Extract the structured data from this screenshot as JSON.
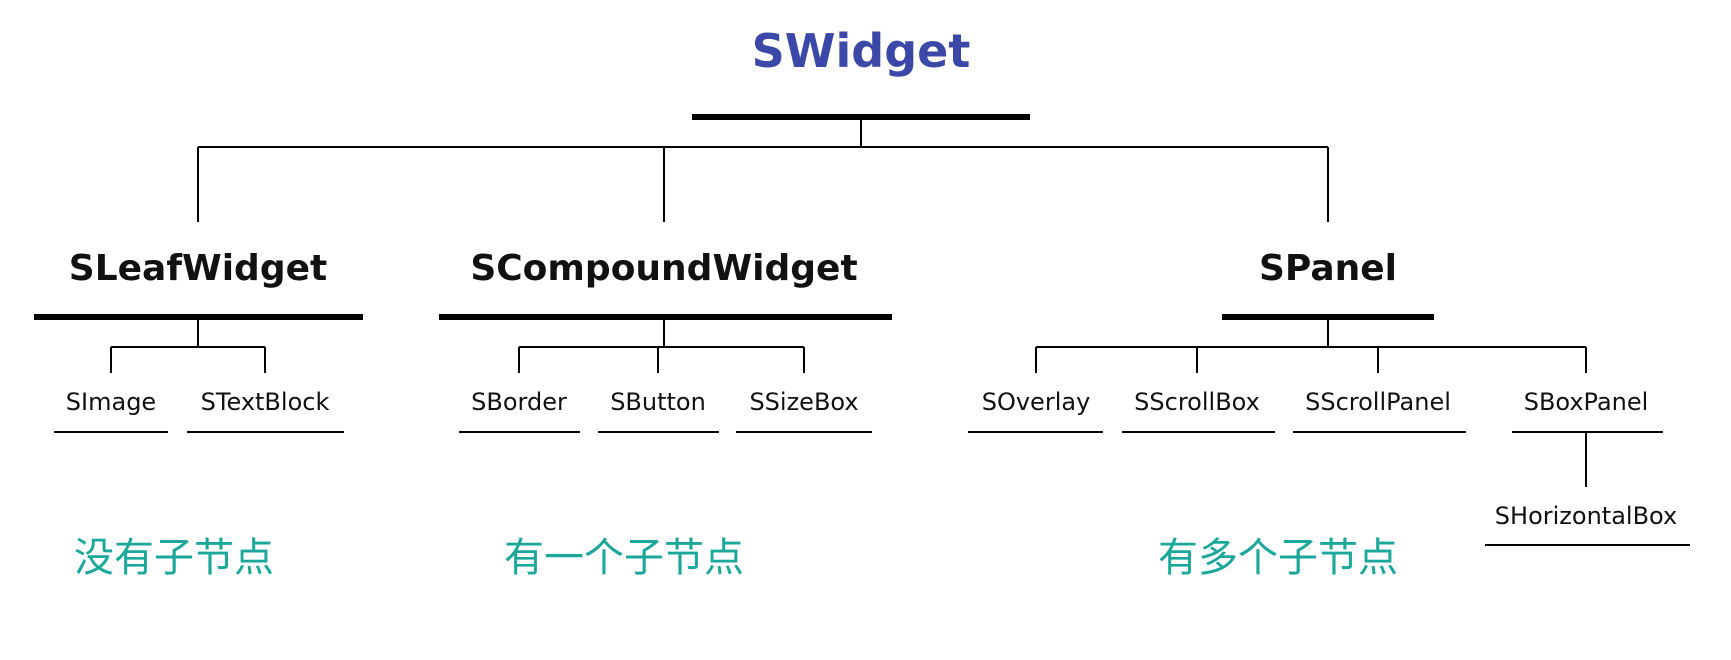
{
  "colors": {
    "root_text": "#3b48a8",
    "node_text": "#111111",
    "note_text": "#1ba89a",
    "lines": "#000000"
  },
  "tree": {
    "root": "SWidget",
    "leaf": {
      "label": "SLeafWidget",
      "children": [
        "SImage",
        "STextBlock"
      ],
      "note": "没有子节点"
    },
    "compound": {
      "label": "SCompoundWidget",
      "children": [
        "SBorder",
        "SButton",
        "SSizeBox"
      ],
      "note": "有一个子节点"
    },
    "panel": {
      "label": "SPanel",
      "children": [
        "SOverlay",
        "SScrollBox",
        "SScrollPanel",
        "SBoxPanel"
      ],
      "grandchild": "SHorizontalBox",
      "note": "有多个子节点"
    }
  }
}
